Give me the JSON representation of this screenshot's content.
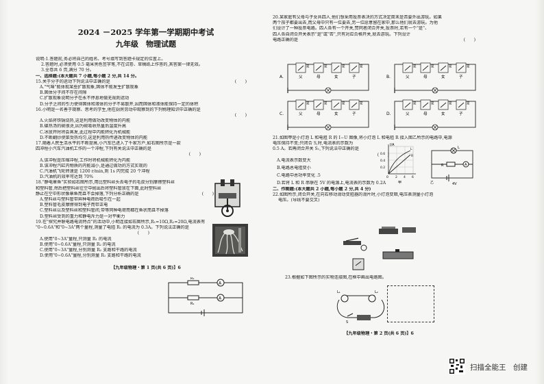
{
  "page1": {
    "title": "2024 －2025 学年第一学期期中考试",
    "subtitle": "九年级　物理试题",
    "notes": [
      "说明:1.答题前,务必将自己的姓名、考号填写到答题卡规定的位置上。",
      "2.答题时,必须使用 0.5 毫米黑色签字笔,不在试卷、草稿纸上作答的,其答案一律无效。",
      "3.全卷共 6 页,满分 70 分。"
    ],
    "section1": "一、选择题:(本大题共 7 小题,每小题 2 分,共 14 分。",
    "q15": {
      "stem": "15.关于分子的运动下列说法中正确的是",
      "paren": "(　　)",
      "options": [
        "A.\"气味\"能体现某些扩散现象,固体不能发生扩散现象",
        "B.固体分子间不存在间隙",
        "C.扩散现象说明分子在永不停息地做无规则运动",
        "D.分子之间的引力使得固体和液体的分子不易散开,因而固体和液体能保持一定的体积"
      ]
    },
    "q16": {
      "stem": "16.小明是一名善于观察、思考的学生,他在厨房劳动中观察到的下列物理知识中正确的是",
      "paren": "(　　)",
      "options": [
        "A.火焰将铁锅烧热,这是利用做功改变物体的内能",
        "B.碟热汤的碗很烫,因为碗吸收热量后温度升高",
        "C.冰放开时将会蒸发,此过程中内能转化为机械能",
        "D.不断翻炒使菜受热均匀,这是利用热传递改变物体的内能"
      ]
    },
    "q17": {
      "stem": "17.随着人民生活水平的不断提高,小汽车已进入了千家万户,如右图所示是一款",
      "stem2": "四冲程小汽车汽油机工作的一个冲程,下列有关说法中正确的是",
      "paren": "(　　)",
      "options": [
        "A.该冲程是压缩冲程,工作时将机械能转化为内能",
        "B.该冲程汽缸内物质的内能减小,是通过做功的方式实现的",
        "C.汽油机飞轮转速是 1200 r/min,则 1s 内完成 20 个冲程",
        "D.汽油机的效率可达到 70%"
      ]
    },
    "q18": {
      "stem": "18.\"静电章鱼\"实验如右图所示,用比塑料丝头去电子的毛皮分别摩擦塑料丝",
      "stem2": "和塑料管,然后把塑料丝往空中抛出后将塑料管放在下面,此时塑料丝",
      "stem3": "静止在空中形状像章鱼而且不会掉落,下列分析正确的是",
      "paren": "(　　)",
      "options": [
        "A.塑料丝与塑料管带异种电荷后吸引在一起",
        "B.塑料管毛皮摩擦得到电子而带正电",
        "C.塑料丝以及塑料丝和塑料管间,带等同种电荷而都在鱼状而且不掉落",
        "D.塑料丝受到的重力和静电斥力是一对平衡力"
      ]
    },
    "q19": {
      "stem": "19.在\"探究并联电路电流特点\"的活动中,小明连接如右图所示,R₁=10Ω,R₂=20Ω,电流表有",
      "stem2": "\"0~0.6A\"和\"0~3A\"两个量程,测量了电阻 R₁ 的电流为 0.3A。下列说法正确的是",
      "paren": "(　　)",
      "options": [
        "A.使用\"0~3A\"量程,只测量 R₁ 的电流",
        "B.使用\"0~0.6A\"量程,只测量 R₂ 的电流",
        "C.使用\"0~3A\"量程,分别测量 R₂ 支路和干路的电流",
        "D.使用\"0~0.6A\"量程,分别测量 R₁ 支路和干路的电流"
      ]
    },
    "footer": "【九年级物理・第 1 页(共 6 页)】6"
  },
  "page2": {
    "q20": {
      "lines": [
        "20.某家庭有父母与子女共四人,他们想采用投票表决的方式决定周末是否要外出游玩。如果",
        "两个孩子都要出去,而父母中只有一位要去,另一位愿意留在家中,那么他们就去游玩。为他",
        "们设计了一种投票电路。四人各有一个开关,赞同者闭合开关,投票时,若有一个\"是\"、",
        "四人各自闭合开关表示\"是\"或\"否\",只有对应合格开关,就去游玩。下列设计",
        "电路正确的是"
      ],
      "paren": "(　　)",
      "option_labels": [
        "A.",
        "B.",
        "C.",
        "D."
      ],
      "switch_labels": [
        "父",
        "母",
        "女",
        "子"
      ],
      "sw_top": "是"
    },
    "q21": {
      "lines": [
        "21.如图甲是小灯泡 L 和电阻 R 的 I−U 图像,将小灯泡 L 和电阻 R 接入图乙所示的电路中,电源",
        "电压保持不变;只闭合 S,时,电流表的示数为",
        "0.5 A。若再闭合开关 S₁,下列说法中正确的是"
      ],
      "paren": "(　　)",
      "options": [
        "A.电流表示数变大",
        "B.电路总电阻变小",
        "C.电路中总功率变化 .5",
        "D.若将 L 和 R 串联在 5V 的电源上,电流表的示数为 0.2A"
      ],
      "graph_caption": "甲",
      "circuit_caption": "乙",
      "graph_ylabel": "I/A",
      "graph_xlabel": "U/V",
      "graph_yticks": [
        "0.6",
        "0.4",
        "0.2"
      ],
      "graph_xticks": [
        "0",
        "2",
        "4",
        "6"
      ],
      "line_labels": [
        "L",
        "R"
      ],
      "source_label": "4V"
    },
    "section2": "二、作图题:(本大题共 2 小题,每小题 2 分,共 4 分)",
    "q22": {
      "lines": [
        "22.如图所示,闭合开关,在向右移动滑动变阻器的滑片时,小灯泡变暗,电压表测量小灯泡",
        "电压。(导线不要交叉)"
      ]
    },
    "q23": {
      "lines": [
        "23.根据如下图所示的实物连接图,在框中画出电路图。"
      ]
    },
    "footer": "【九年级物理・第 2 页(共 6 页)】6"
  },
  "watermark": "扫描全能王　创建"
}
